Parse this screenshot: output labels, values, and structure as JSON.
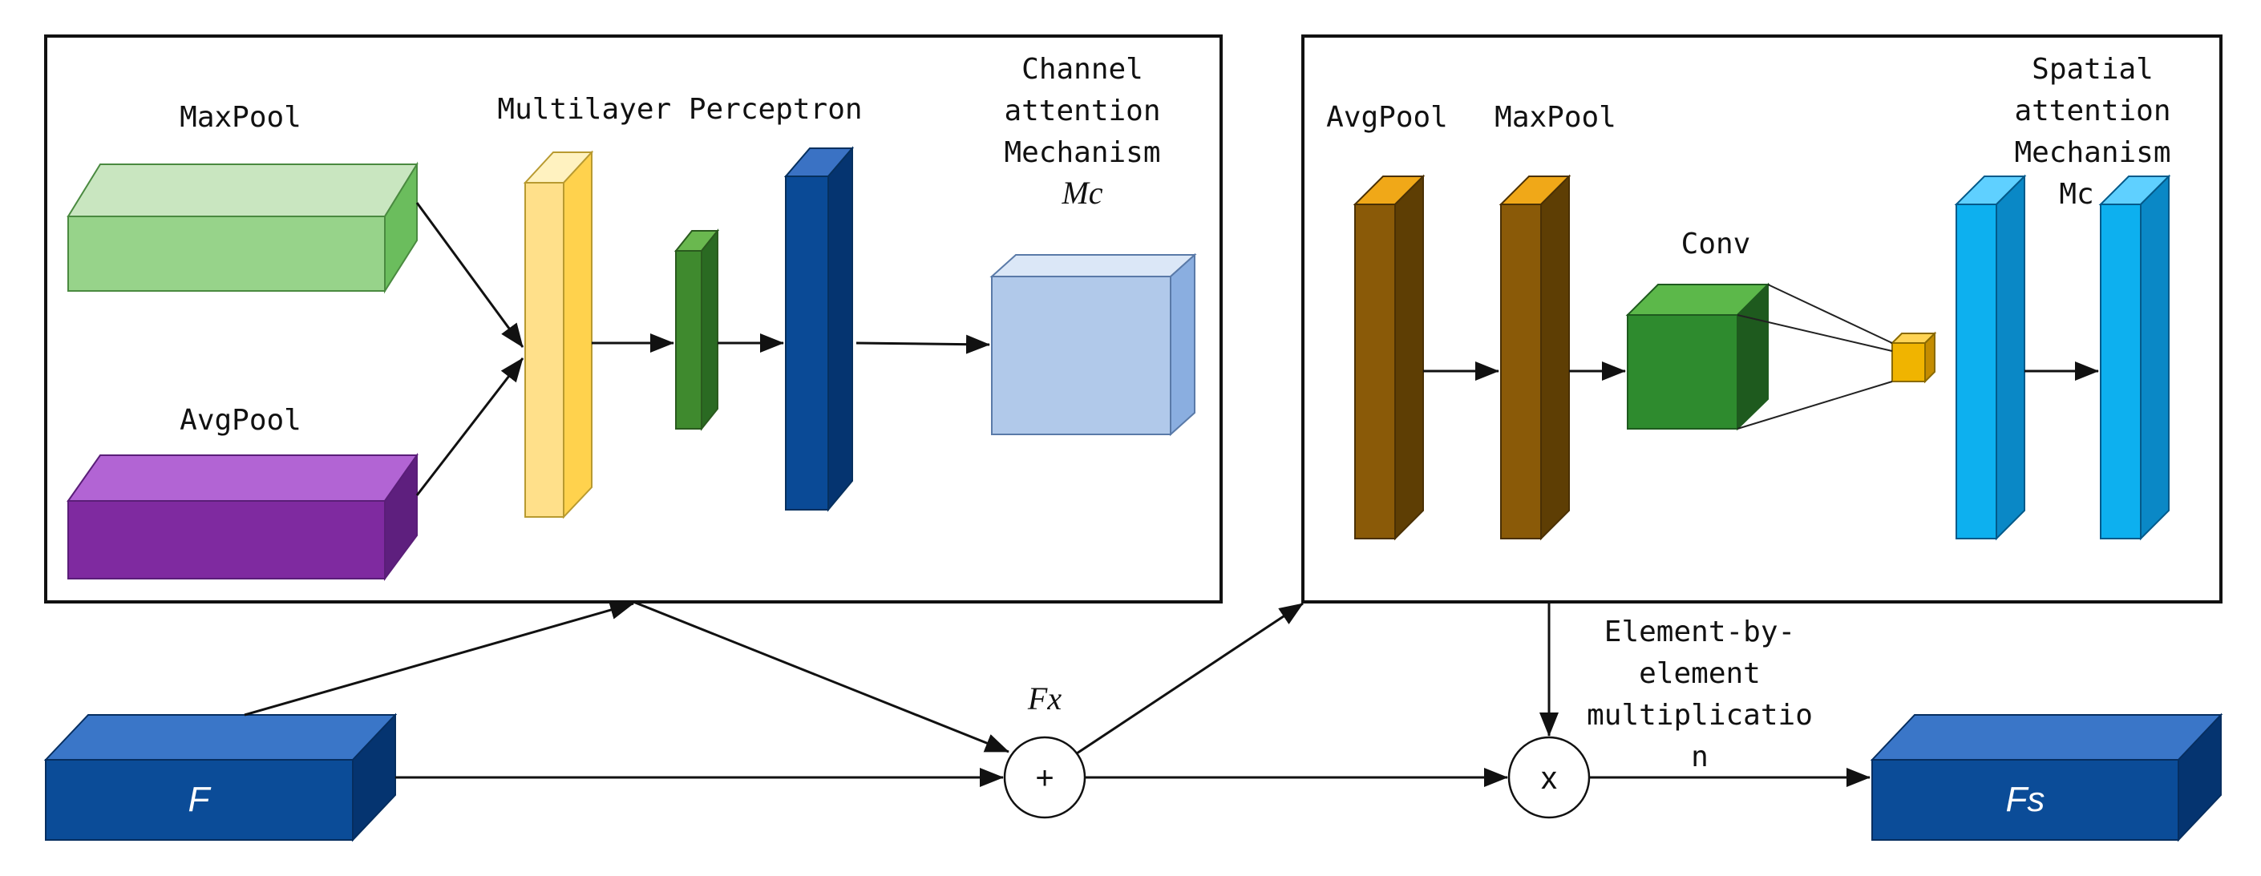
{
  "channel_module": {
    "maxpool_label": "MaxPool",
    "avgpool_label": "AvgPool",
    "mlp_label": "Multilayer Perceptron",
    "output_label_lines": [
      "Channel",
      "attention",
      "Mechanism"
    ],
    "output_symbol": "Mc"
  },
  "spatial_module": {
    "avgpool_label": "AvgPool",
    "maxpool_label": "MaxPool",
    "conv_label": "Conv",
    "output_label_lines": [
      "Spatial",
      "attention",
      "Mechanism"
    ],
    "output_symbol": "Mc"
  },
  "flow": {
    "input_label": "F",
    "intermediate_label": "Fx",
    "add_operator": "+",
    "multiply_operator": "x",
    "multiply_label_lines": [
      "Element-by-",
      "element",
      "multiplicatio",
      "n"
    ],
    "output_label": "Fs"
  },
  "colors": {
    "maxpool_green": "#97d38a",
    "avgpool_purple": "#7f2aa0",
    "mlp_yellow": "#ffe08a",
    "small_green": "#3f8a2e",
    "deep_blue": "#0a4a96",
    "channel_output": "#b1c9ea",
    "brown_pool": "#8a5a08",
    "conv_green": "#2e8b2e",
    "small_orange": "#f0b400",
    "cyan": "#0db0ef",
    "feature_blue": "#0b4c98"
  }
}
